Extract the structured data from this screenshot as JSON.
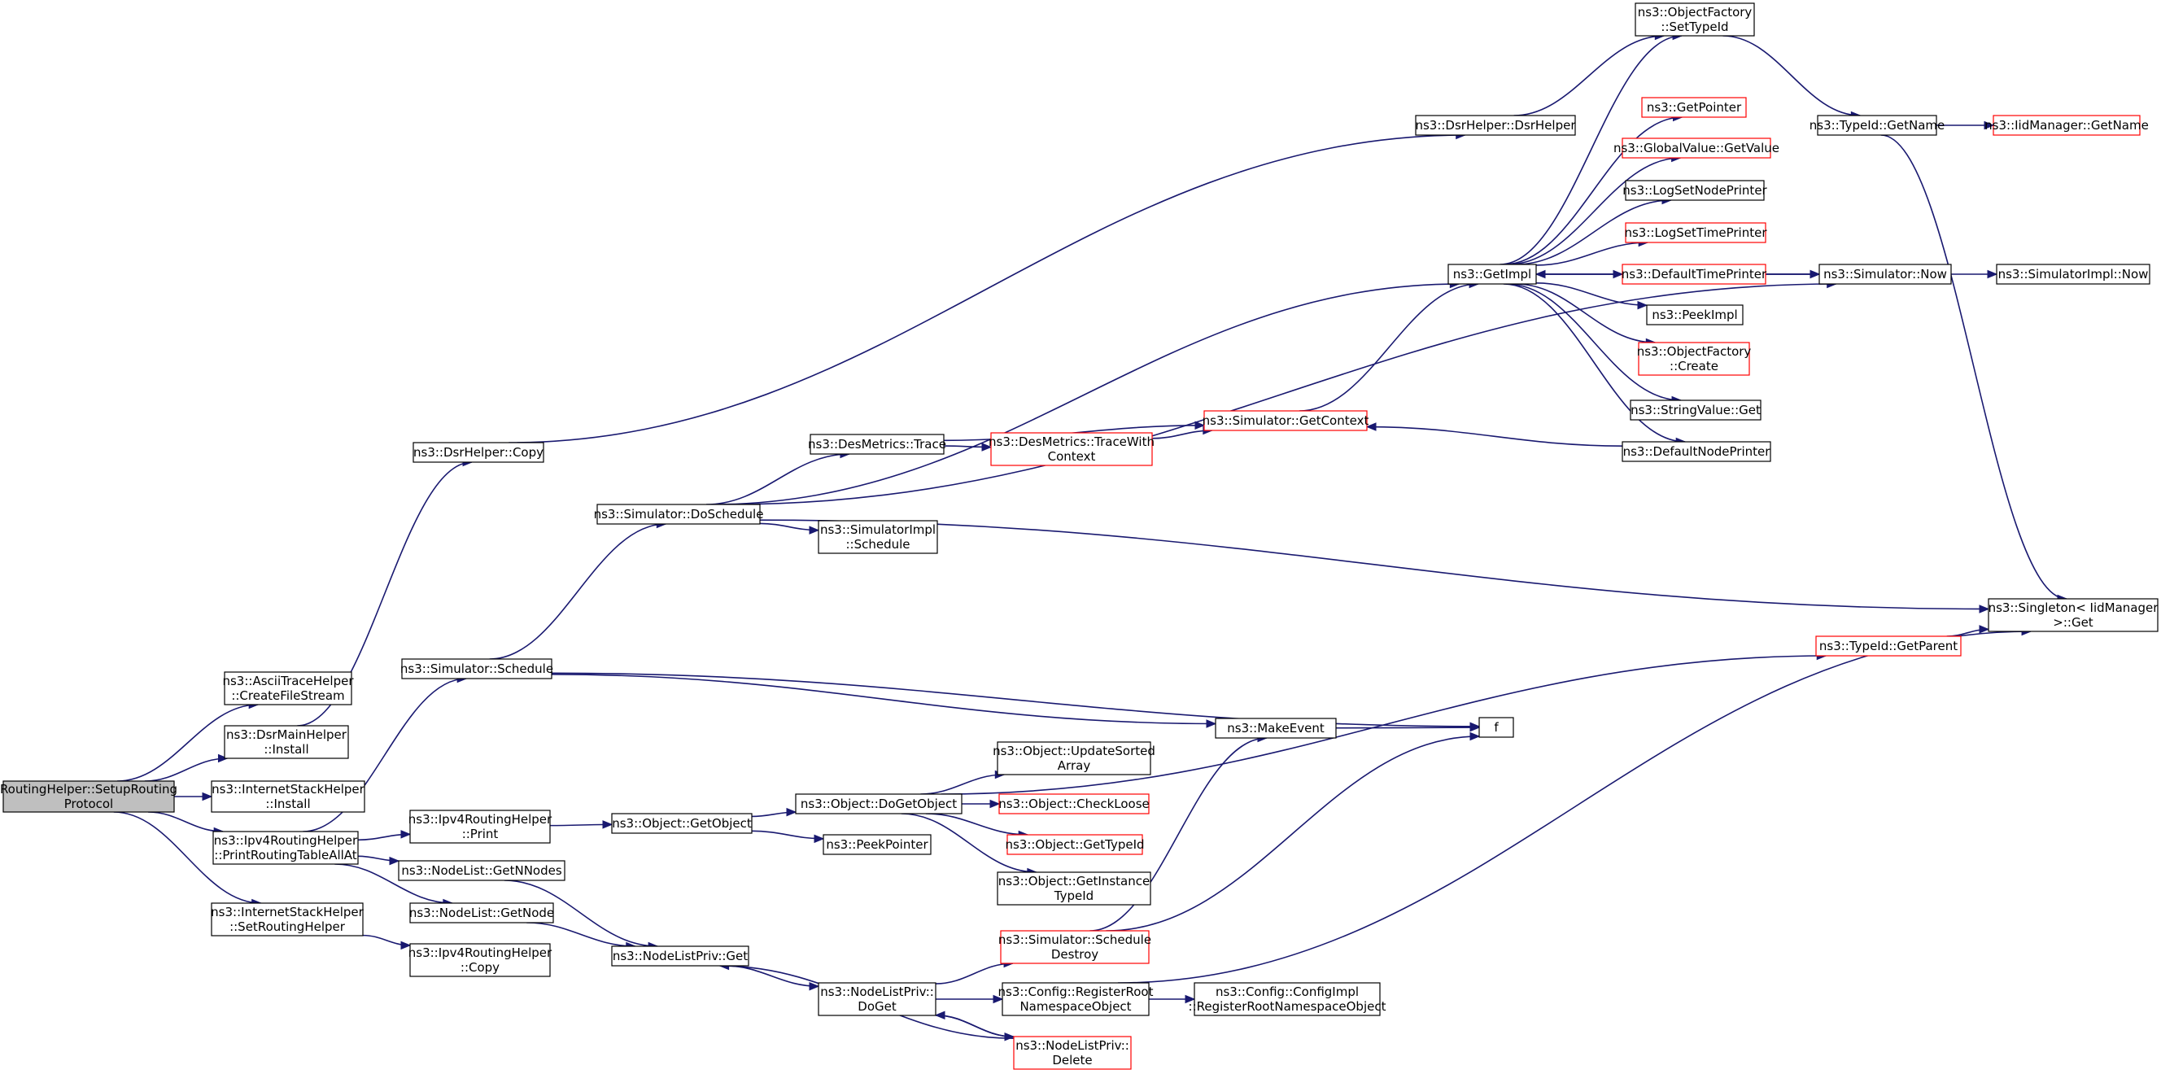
{
  "diagram": {
    "type": "call-graph",
    "colors": {
      "edge": "#191970",
      "root_fill": "#bfbfbf",
      "node_fill": "#ffffff",
      "node_border": "#000000",
      "truncated_border": "#ff0000"
    },
    "nodes": [
      {
        "id": "root",
        "lines": [
          "RoutingHelper::SetupRouting",
          "Protocol"
        ],
        "style": "root"
      },
      {
        "id": "ascii",
        "lines": [
          "ns3::AsciiTraceHelper",
          "::CreateFileStream"
        ],
        "style": "normal"
      },
      {
        "id": "dsrmain",
        "lines": [
          "ns3::DsrMainHelper",
          "::Install"
        ],
        "style": "normal"
      },
      {
        "id": "inetinstall",
        "lines": [
          "ns3::InternetStackHelper",
          "::Install"
        ],
        "style": "normal"
      },
      {
        "id": "printall",
        "lines": [
          "ns3::Ipv4RoutingHelper",
          "::PrintRoutingTableAllAt"
        ],
        "style": "normal"
      },
      {
        "id": "setrouting",
        "lines": [
          "ns3::InternetStackHelper",
          "::SetRoutingHelper"
        ],
        "style": "normal"
      },
      {
        "id": "dsrcopy",
        "lines": [
          "ns3::DsrHelper::Copy"
        ],
        "style": "normal"
      },
      {
        "id": "schedule",
        "lines": [
          "ns3::Simulator::Schedule"
        ],
        "style": "normal"
      },
      {
        "id": "ipv4print",
        "lines": [
          "ns3::Ipv4RoutingHelper",
          "::Print"
        ],
        "style": "normal"
      },
      {
        "id": "getnnodes",
        "lines": [
          "ns3::NodeList::GetNNodes"
        ],
        "style": "normal"
      },
      {
        "id": "getnode",
        "lines": [
          "ns3::NodeList::GetNode"
        ],
        "style": "normal"
      },
      {
        "id": "ipv4copy",
        "lines": [
          "ns3::Ipv4RoutingHelper",
          "::Copy"
        ],
        "style": "normal"
      },
      {
        "id": "doschedule",
        "lines": [
          "ns3::Simulator::DoSchedule"
        ],
        "style": "normal"
      },
      {
        "id": "getobject",
        "lines": [
          "ns3::Object::GetObject"
        ],
        "style": "normal"
      },
      {
        "id": "nlpget",
        "lines": [
          "ns3::NodeListPriv::Get"
        ],
        "style": "normal"
      },
      {
        "id": "destrace",
        "lines": [
          "ns3::DesMetrics::Trace"
        ],
        "style": "normal"
      },
      {
        "id": "simimplsched",
        "lines": [
          "ns3::SimulatorImpl",
          "::Schedule"
        ],
        "style": "normal"
      },
      {
        "id": "dogetobject",
        "lines": [
          "ns3::Object::DoGetObject"
        ],
        "style": "normal"
      },
      {
        "id": "peekpointer",
        "lines": [
          "ns3::PeekPointer"
        ],
        "style": "normal"
      },
      {
        "id": "nlpdoget",
        "lines": [
          "ns3::NodeListPriv::",
          "DoGet"
        ],
        "style": "normal"
      },
      {
        "id": "tracewithctx",
        "lines": [
          "ns3::DesMetrics::TraceWith",
          "Context"
        ],
        "style": "truncated"
      },
      {
        "id": "updatesorted",
        "lines": [
          "ns3::Object::UpdateSorted",
          "Array"
        ],
        "style": "normal"
      },
      {
        "id": "checkloose",
        "lines": [
          "ns3::Object::CheckLoose"
        ],
        "style": "truncated"
      },
      {
        "id": "objgettypeid",
        "lines": [
          "ns3::Object::GetTypeId"
        ],
        "style": "truncated"
      },
      {
        "id": "getinstance",
        "lines": [
          "ns3::Object::GetInstance",
          "TypeId"
        ],
        "style": "normal"
      },
      {
        "id": "scheddestroy",
        "lines": [
          "ns3::Simulator::Schedule",
          "Destroy"
        ],
        "style": "truncated"
      },
      {
        "id": "cfgregister",
        "lines": [
          "ns3::Config::RegisterRoot",
          "NamespaceObject"
        ],
        "style": "normal"
      },
      {
        "id": "nlpdelete",
        "lines": [
          "ns3::NodeListPriv::",
          "Delete"
        ],
        "style": "truncated"
      },
      {
        "id": "getcontext",
        "lines": [
          "ns3::Simulator::GetContext"
        ],
        "style": "truncated"
      },
      {
        "id": "makeevent",
        "lines": [
          "ns3::MakeEvent"
        ],
        "style": "normal"
      },
      {
        "id": "cfgimplregister",
        "lines": [
          "ns3::Config::ConfigImpl",
          "::RegisterRootNamespaceObject"
        ],
        "style": "normal"
      },
      {
        "id": "dsrhelper",
        "lines": [
          "ns3::DsrHelper::DsrHelper"
        ],
        "style": "normal"
      },
      {
        "id": "getimpl",
        "lines": [
          "ns3::GetImpl"
        ],
        "style": "normal"
      },
      {
        "id": "f",
        "lines": [
          "f"
        ],
        "style": "normal"
      },
      {
        "id": "ofsettypeid",
        "lines": [
          "ns3::ObjectFactory",
          "::SetTypeId"
        ],
        "style": "normal"
      },
      {
        "id": "getpointer",
        "lines": [
          "ns3::GetPointer"
        ],
        "style": "truncated"
      },
      {
        "id": "gvgetvalue",
        "lines": [
          "ns3::GlobalValue::GetValue"
        ],
        "style": "truncated"
      },
      {
        "id": "logsetnode",
        "lines": [
          "ns3::LogSetNodePrinter"
        ],
        "style": "normal"
      },
      {
        "id": "logsettime",
        "lines": [
          "ns3::LogSetTimePrinter"
        ],
        "style": "truncated"
      },
      {
        "id": "deftimeprinter",
        "lines": [
          "ns3::DefaultTimePrinter"
        ],
        "style": "truncated"
      },
      {
        "id": "peekimpl",
        "lines": [
          "ns3::PeekImpl"
        ],
        "style": "normal"
      },
      {
        "id": "ofcreate",
        "lines": [
          "ns3::ObjectFactory",
          "::Create"
        ],
        "style": "truncated"
      },
      {
        "id": "strvalget",
        "lines": [
          "ns3::StringValue::Get"
        ],
        "style": "normal"
      },
      {
        "id": "defnodeprinter",
        "lines": [
          "ns3::DefaultNodePrinter"
        ],
        "style": "normal"
      },
      {
        "id": "simnow",
        "lines": [
          "ns3::Simulator::Now"
        ],
        "style": "normal"
      },
      {
        "id": "typeidgetname",
        "lines": [
          "ns3::TypeId::GetName"
        ],
        "style": "normal"
      },
      {
        "id": "typeidgetparent",
        "lines": [
          "ns3::TypeId::GetParent"
        ],
        "style": "truncated"
      },
      {
        "id": "iidmgrgetname",
        "lines": [
          "ns3::IidManager::GetName"
        ],
        "style": "truncated"
      },
      {
        "id": "simimplnow",
        "lines": [
          "ns3::SimulatorImpl::Now"
        ],
        "style": "normal"
      },
      {
        "id": "singleton",
        "lines": [
          "ns3::Singleton< IidManager",
          " >::Get"
        ],
        "style": "normal"
      }
    ],
    "edges": [
      [
        "root",
        "ascii"
      ],
      [
        "root",
        "dsrmain"
      ],
      [
        "root",
        "inetinstall"
      ],
      [
        "root",
        "printall"
      ],
      [
        "root",
        "setrouting"
      ],
      [
        "dsrmain",
        "dsrcopy"
      ],
      [
        "dsrcopy",
        "dsrhelper"
      ],
      [
        "printall",
        "schedule"
      ],
      [
        "printall",
        "ipv4print"
      ],
      [
        "printall",
        "getnnodes"
      ],
      [
        "printall",
        "getnode"
      ],
      [
        "setrouting",
        "ipv4copy"
      ],
      [
        "schedule",
        "doschedule"
      ],
      [
        "schedule",
        "makeevent"
      ],
      [
        "schedule",
        "f"
      ],
      [
        "ipv4print",
        "getobject"
      ],
      [
        "getobject",
        "dogetobject"
      ],
      [
        "getobject",
        "peekpointer"
      ],
      [
        "getnnodes",
        "nlpget"
      ],
      [
        "getnode",
        "nlpget"
      ],
      [
        "nlpget",
        "nlpdoget"
      ],
      [
        "doschedule",
        "destrace"
      ],
      [
        "doschedule",
        "simimplsched"
      ],
      [
        "doschedule",
        "getimpl"
      ],
      [
        "doschedule",
        "simnow"
      ],
      [
        "doschedule",
        "singleton"
      ],
      [
        "destrace",
        "tracewithctx"
      ],
      [
        "destrace",
        "getcontext"
      ],
      [
        "tracewithctx",
        "getcontext"
      ],
      [
        "dogetobject",
        "updatesorted"
      ],
      [
        "dogetobject",
        "checkloose"
      ],
      [
        "dogetobject",
        "objgettypeid"
      ],
      [
        "dogetobject",
        "getinstance"
      ],
      [
        "dogetobject",
        "typeidgetparent"
      ],
      [
        "nlpdoget",
        "scheddestroy"
      ],
      [
        "nlpdoget",
        "cfgregister"
      ],
      [
        "nlpdoget",
        "nlpdelete"
      ],
      [
        "scheddestroy",
        "makeevent"
      ],
      [
        "scheddestroy",
        "f"
      ],
      [
        "cfgregister",
        "cfgimplregister"
      ],
      [
        "cfgregister",
        "singleton"
      ],
      [
        "nlpdelete",
        "nlpdoget"
      ],
      [
        "nlpdelete",
        "nlpget"
      ],
      [
        "getcontext",
        "getimpl"
      ],
      [
        "makeevent",
        "f"
      ],
      [
        "dsrhelper",
        "ofsettypeid"
      ],
      [
        "getimpl",
        "ofsettypeid"
      ],
      [
        "getimpl",
        "getpointer"
      ],
      [
        "getimpl",
        "gvgetvalue"
      ],
      [
        "getimpl",
        "logsetnode"
      ],
      [
        "getimpl",
        "logsettime"
      ],
      [
        "getimpl",
        "deftimeprinter"
      ],
      [
        "getimpl",
        "peekimpl"
      ],
      [
        "getimpl",
        "ofcreate"
      ],
      [
        "getimpl",
        "strvalget"
      ],
      [
        "getimpl",
        "defnodeprinter"
      ],
      [
        "getimpl",
        "simnow"
      ],
      [
        "defnodeprinter",
        "getcontext"
      ],
      [
        "deftimeprinter",
        "simnow"
      ],
      [
        "simnow",
        "getimpl"
      ],
      [
        "simnow",
        "simimplnow"
      ],
      [
        "ofsettypeid",
        "typeidgetname"
      ],
      [
        "typeidgetname",
        "iidmgrgetname"
      ],
      [
        "typeidgetname",
        "singleton"
      ],
      [
        "typeidgetparent",
        "singleton"
      ]
    ]
  }
}
